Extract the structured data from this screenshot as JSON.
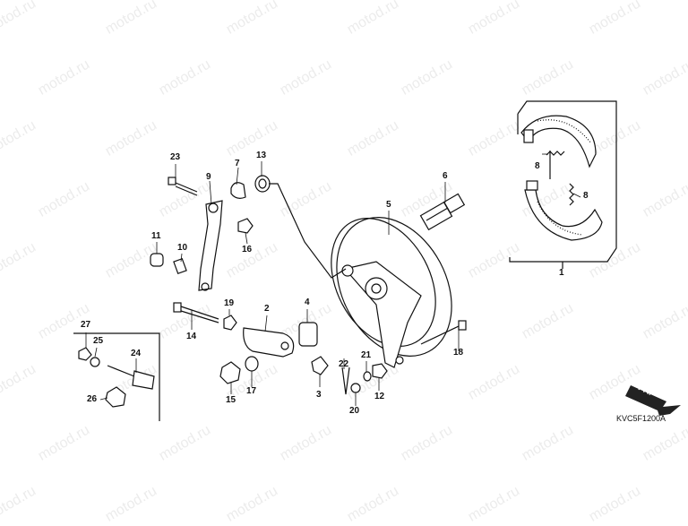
{
  "watermark": "motod.ru",
  "diagram_code": "KVC5F1200A",
  "direction_arrow": "FR.",
  "callouts": {
    "p1": "1",
    "p2": "2",
    "p3": "3",
    "p4": "4",
    "p5": "5",
    "p6": "6",
    "p7": "7",
    "p8a": "8",
    "p8b": "8",
    "p9": "9",
    "p10": "10",
    "p11": "11",
    "p12": "12",
    "p13": "13",
    "p14": "14",
    "p15": "15",
    "p16": "16",
    "p17": "17",
    "p18": "18",
    "p19": "19",
    "p20": "20",
    "p21": "21",
    "p22": "22",
    "p23": "23",
    "p24": "24",
    "p25": "25",
    "p26": "26",
    "p27": "27"
  }
}
